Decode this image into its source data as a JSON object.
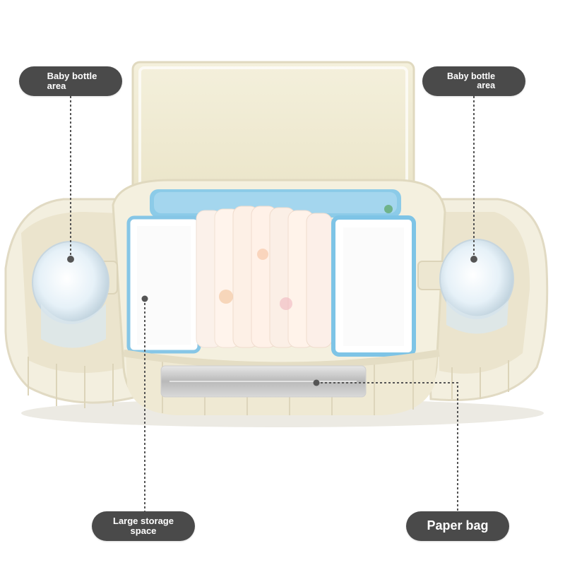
{
  "callouts": {
    "top_left": "Baby bottle\narea",
    "top_right": "Baby bottle\narea",
    "bottom_left": "Large storage\nspace",
    "bottom_right": "Paper bag"
  },
  "colors": {
    "label_bg": "#4a4a4a",
    "label_text": "#ffffff",
    "organizer_fabric": "#f3efde",
    "diaper_blue": "#7ec4e6",
    "leader_line": "#555555"
  }
}
